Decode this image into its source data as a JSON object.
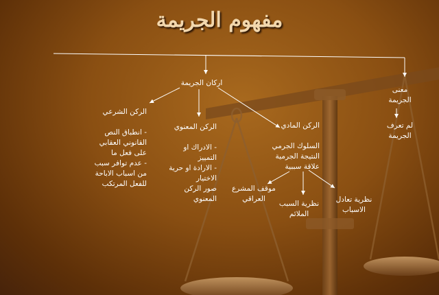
{
  "title": "مفهوم الجريمة",
  "colors": {
    "text": "#ffffff",
    "title": "#f2d7ad",
    "connector": "#ffffff"
  },
  "nodes": {
    "pillars": "اركان الجريمة",
    "meaning": [
      "معنى",
      "الجريمة"
    ],
    "undefined": [
      "لم تعرف",
      "الجريمة"
    ],
    "legal_pillar": "الركن الشرعي",
    "legal_details": [
      "- انطباق النص",
      "القانوني العقابي",
      "على فعل ما",
      "- عدم توافر سبب",
      "من اسباب الاباحة",
      "للفعل المرتكب"
    ],
    "moral_pillar": "الركن المعنوي",
    "moral_details": [
      "- الادراك او",
      "التمييز",
      "- الارادة او حرية",
      "الاختيار",
      "صور الركن",
      "المعنوي"
    ],
    "material_pillar": "الركن المادي",
    "material_details": [
      "السلوك الجرمي",
      "النتيجة الجرمية",
      "علاقة سببية"
    ],
    "iraqi_position": [
      "موقف المشرع",
      "العراقي"
    ],
    "adequate_cause": [
      "نظرية السبب",
      "الملائم"
    ],
    "equivalence": [
      "نظرية تعادل",
      "الاسباب"
    ]
  }
}
